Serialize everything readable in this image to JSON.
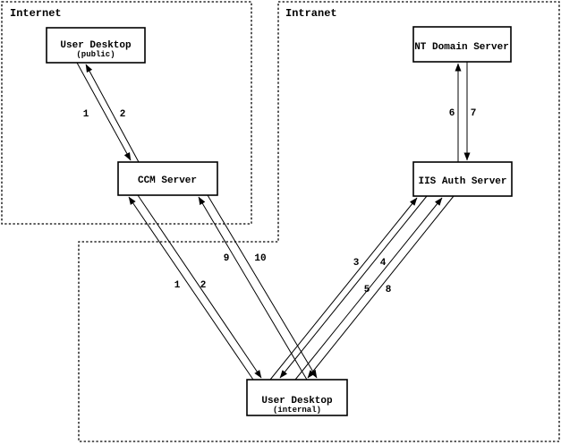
{
  "zones": {
    "internet": {
      "label": "Internet"
    },
    "intranet": {
      "label": "Intranet"
    }
  },
  "nodes": {
    "ud_public": {
      "title": "User Desktop",
      "subtitle": "(public)"
    },
    "ccm": {
      "title": "CCM Server"
    },
    "nt_domain": {
      "title": "NT Domain Server"
    },
    "iis_auth": {
      "title": "IIS Auth Server"
    },
    "ud_internal": {
      "title": "User Desktop",
      "subtitle": "(internal)"
    }
  },
  "edges": [
    {
      "label": "1",
      "from": "User Desktop (public)",
      "to": "CCM Server"
    },
    {
      "label": "2",
      "from": "CCM Server",
      "to": "User Desktop (public)"
    },
    {
      "label": "1",
      "from": "User Desktop (internal)",
      "to": "CCM Server"
    },
    {
      "label": "2",
      "from": "CCM Server",
      "to": "User Desktop (internal)"
    },
    {
      "label": "9",
      "from": "User Desktop (internal)",
      "to": "CCM Server"
    },
    {
      "label": "10",
      "from": "CCM Server",
      "to": "User Desktop (internal)"
    },
    {
      "label": "3",
      "from": "User Desktop (internal)",
      "to": "IIS Auth Server"
    },
    {
      "label": "4",
      "from": "IIS Auth Server",
      "to": "User Desktop (internal)"
    },
    {
      "label": "5",
      "from": "User Desktop (internal)",
      "to": "IIS Auth Server"
    },
    {
      "label": "8",
      "from": "IIS Auth Server",
      "to": "User Desktop (internal)"
    },
    {
      "label": "6",
      "from": "IIS Auth Server",
      "to": "NT Domain Server"
    },
    {
      "label": "7",
      "from": "NT Domain Server",
      "to": "IIS Auth Server"
    }
  ],
  "colors": {
    "line": "#000000",
    "background": "#ffffff"
  }
}
